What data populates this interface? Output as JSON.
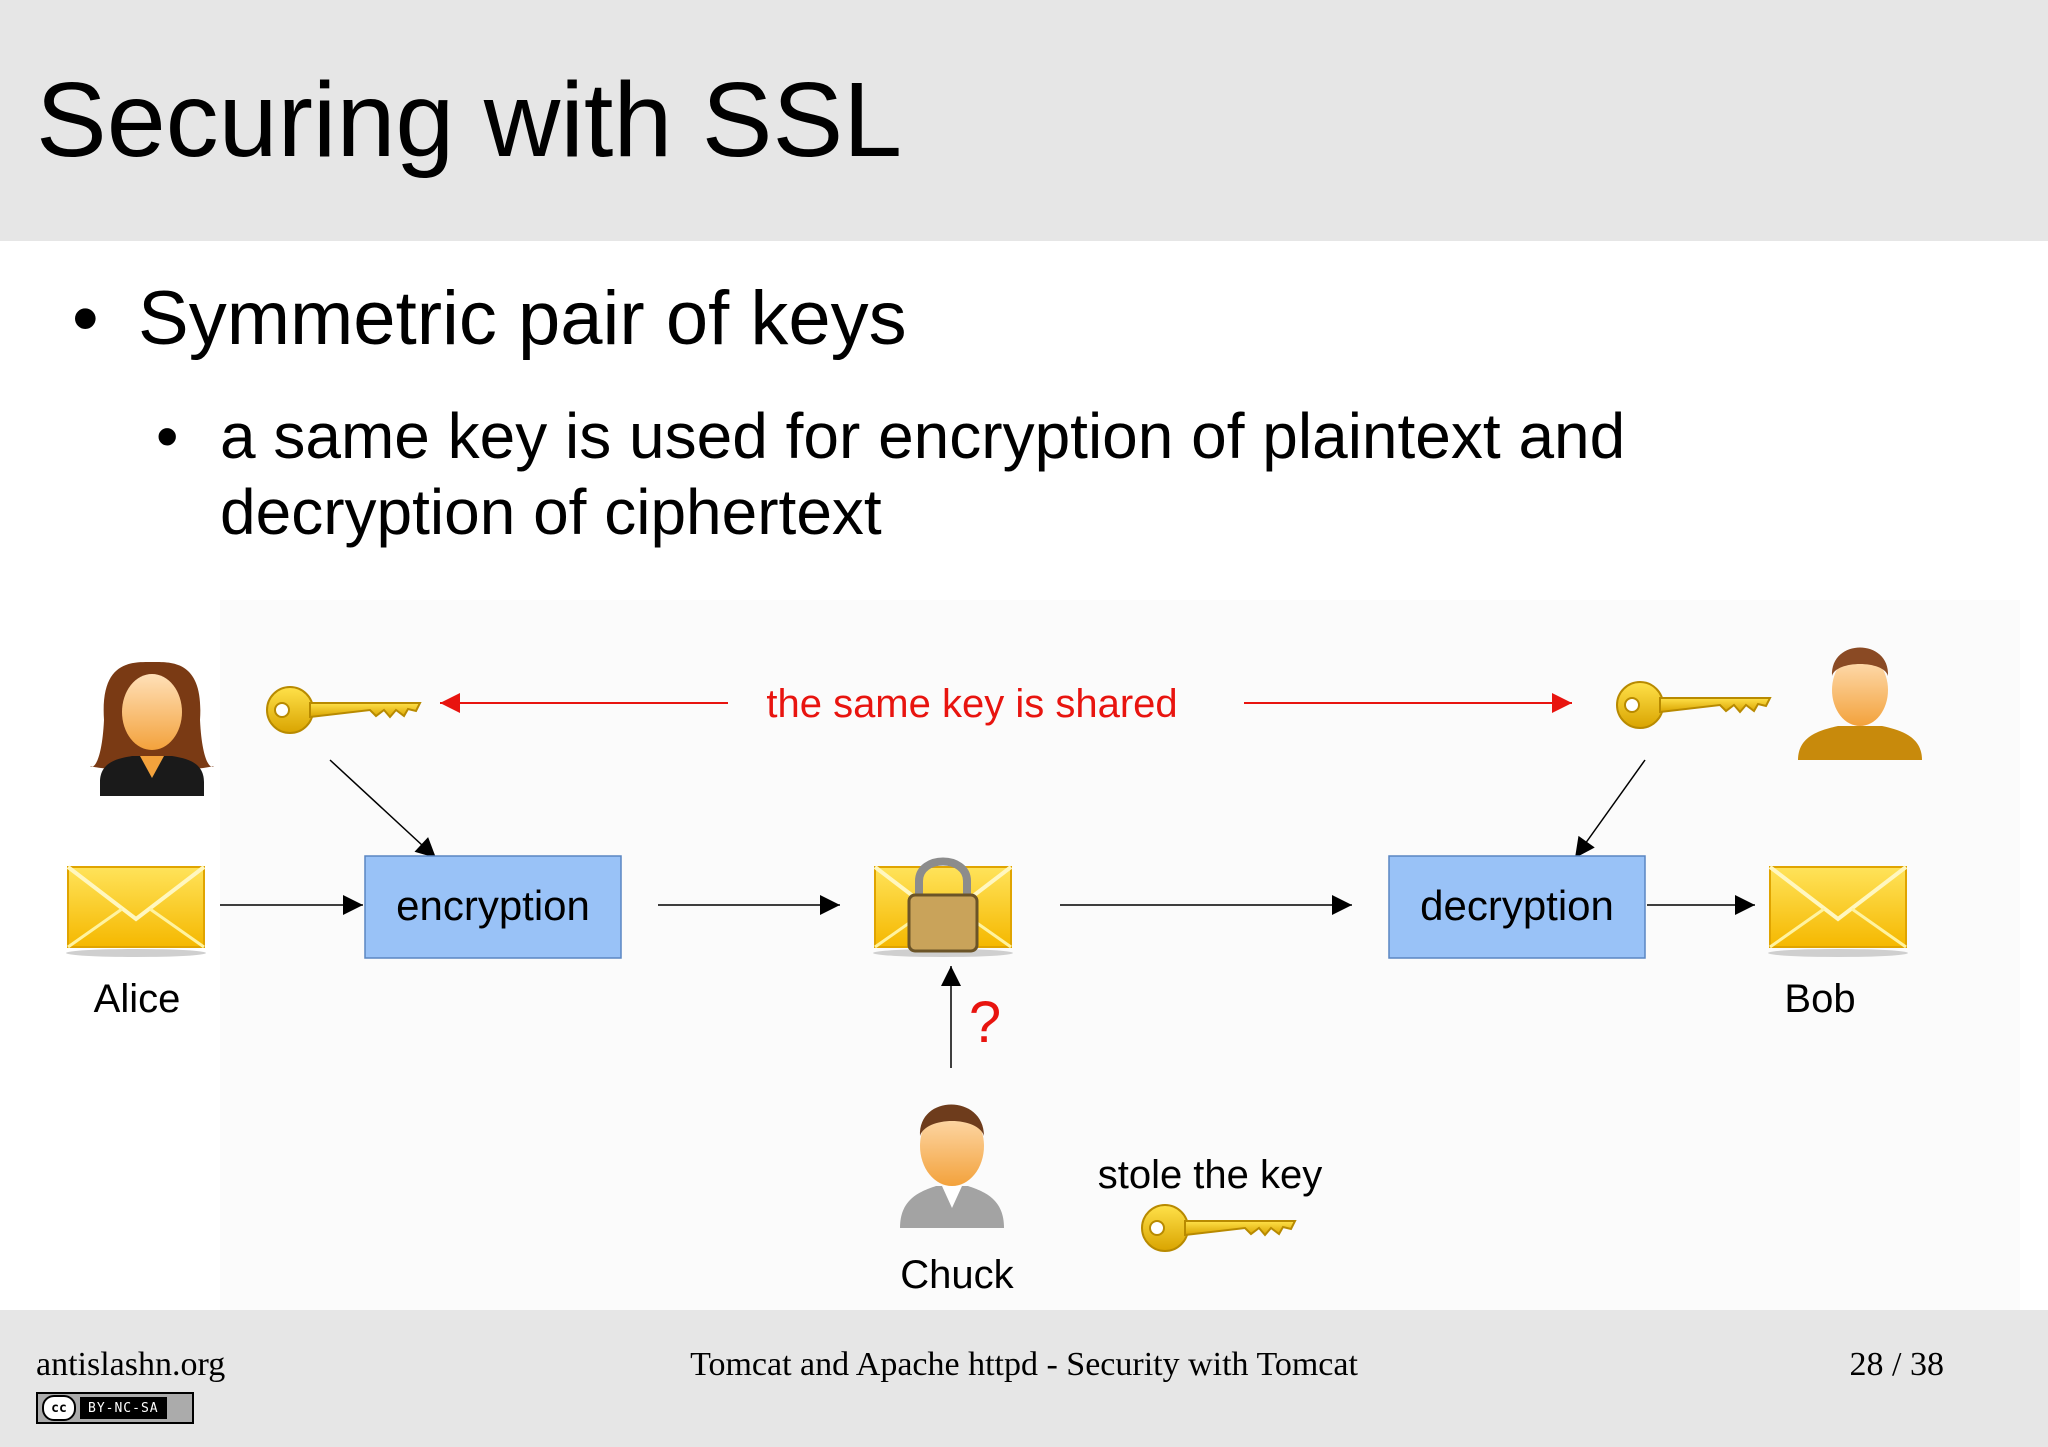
{
  "slide": {
    "title": "Securing with SSL",
    "bullet_1": "Symmetric pair of keys",
    "bullet_2": "a same key is used for encryption of plaintext and decryption of ciphertext",
    "bullet_glyph": "•"
  },
  "diagram": {
    "shared_label": "the same key is shared",
    "encryption_label": "encryption",
    "decryption_label": "decryption",
    "alice_label": "Alice",
    "bob_label": "Bob",
    "chuck_label": "Chuck",
    "question_mark": "?",
    "stole_label": "stole the key",
    "colors": {
      "process_box": "#99c2f7",
      "process_border": "#5a86c2",
      "red": "#e8140f",
      "key_gold": "#f2c414",
      "envelope_yellow": "#ffd21e"
    },
    "icons": [
      "woman-avatar-icon",
      "man-avatar-icon",
      "chuck-avatar-icon",
      "key-icon",
      "envelope-icon",
      "padlock-icon"
    ]
  },
  "footer": {
    "site": "antislashn.org",
    "deck_title": "Tomcat and Apache httpd - Security with Tomcat",
    "page": "28 / 38",
    "license_cc": "cc",
    "license_text": "BY-NC-SA"
  }
}
